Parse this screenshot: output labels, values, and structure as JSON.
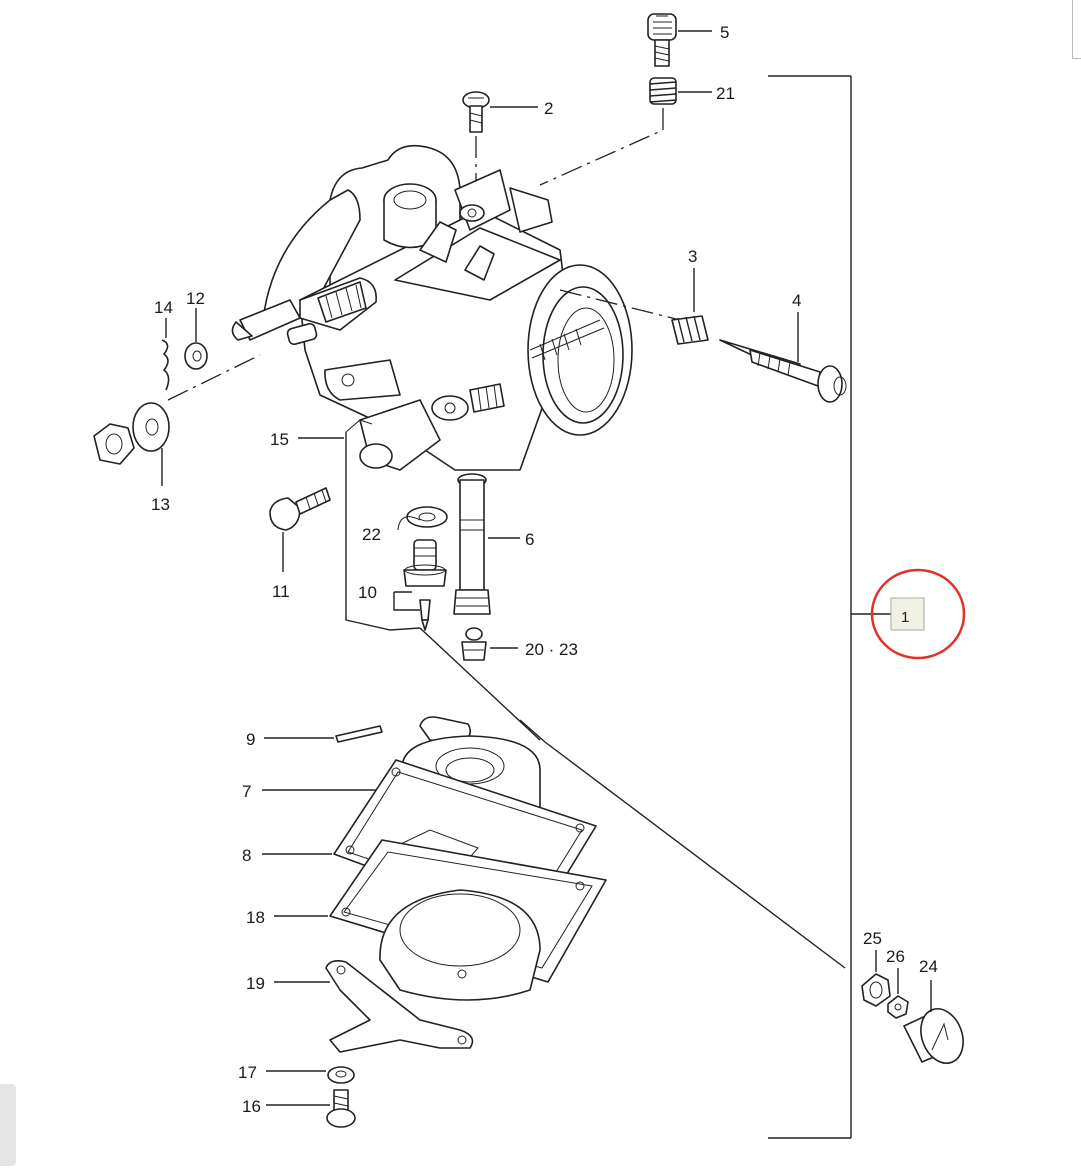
{
  "highlight_color": "#e03326",
  "assembly_label": "1",
  "callouts": {
    "c5": "5",
    "c21": "21",
    "c2": "2",
    "c3": "3",
    "c4": "4",
    "c14": "14",
    "c12": "12",
    "c13": "13",
    "c15": "15",
    "c22": "22",
    "c11": "11",
    "c6": "6",
    "c10": "10",
    "c20_23": "20 · 23",
    "c9": "9",
    "c7": "7",
    "c8": "8",
    "c18": "18",
    "c19": "19",
    "c17": "17",
    "c16": "16",
    "c25": "25",
    "c26": "26",
    "c24": "24"
  }
}
